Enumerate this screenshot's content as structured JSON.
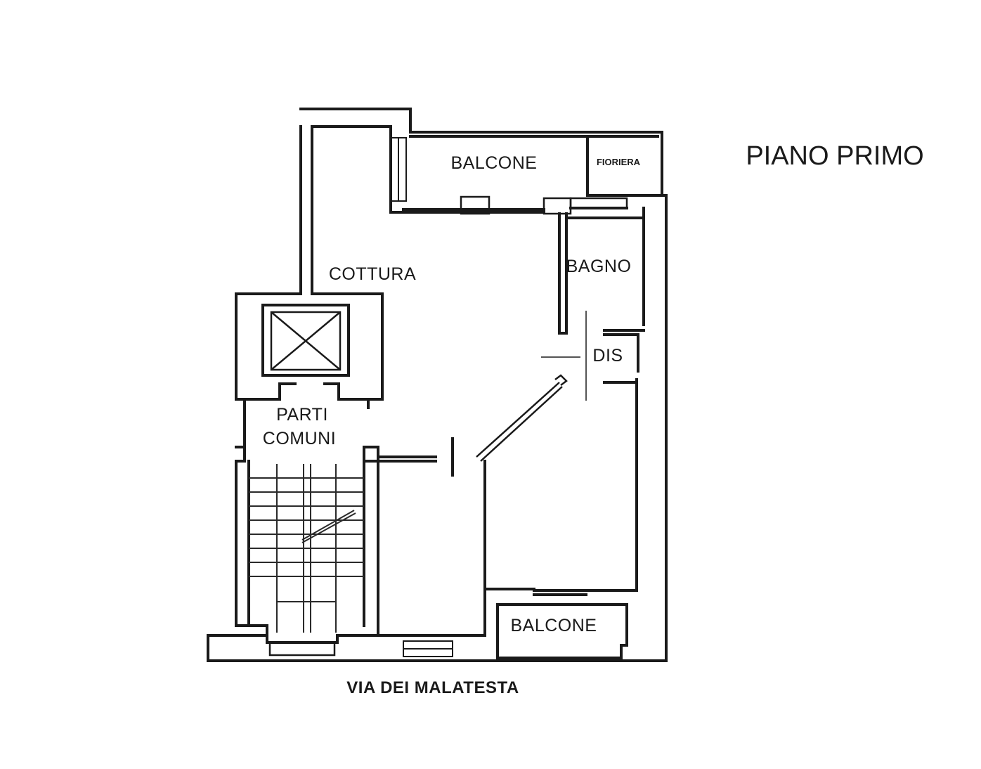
{
  "plan": {
    "title": "PIANO PRIMO",
    "street": "VIA DEI MALATESTA",
    "rooms": {
      "balcone_top": "BALCONE",
      "fioriera": "FIORIERA",
      "cottura": "COTTURA",
      "bagno": "BAGNO",
      "dis": "DIS",
      "parti_line1": "PARTI",
      "parti_line2": "COMUNI",
      "balcone_bottom": "BALCONE"
    }
  }
}
